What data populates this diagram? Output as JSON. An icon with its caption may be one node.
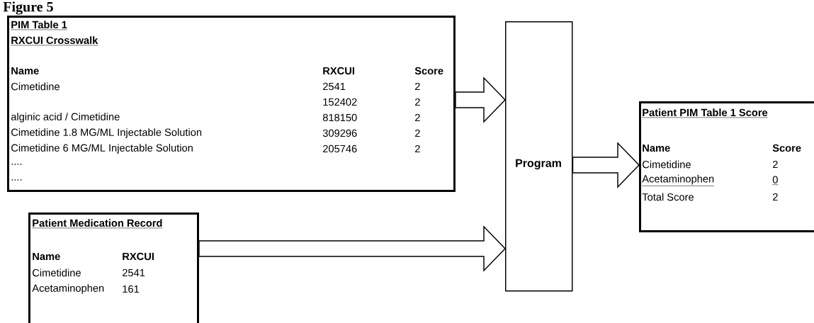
{
  "diagram": {
    "title": "Figure 5",
    "nodes": [
      {
        "text": [
          "PIM Table 1",
          "RXCUI Crosswalk",
          "Name",
          "RXCUI",
          "Score",
          "Cimetidine",
          "2541",
          "2",
          "152402",
          "2",
          "alginic acid / Cimetidine",
          "818150",
          "2",
          "Cimetidine 1.8 MG/ML Injectable Solution",
          "309296",
          "2",
          "Cimetidine 6 MG/ML Injectable Solution",
          "205746",
          "2",
          "....",
          "...."
        ]
      },
      {
        "text": [
          "Program"
        ]
      },
      {
        "text": [
          "Patient Medication Record",
          "Name",
          "RXCUI",
          "Cimetidine",
          "2541",
          "Acetaminophen",
          "161"
        ]
      },
      {
        "text": [
          "Patient PIM Table 1 Score",
          "Name",
          "Score",
          "Cimetidine",
          "2",
          "Acetaminophen",
          "0",
          "Total Score",
          "2"
        ]
      }
    ],
    "edges": [
      {
        "from": 0,
        "to": 1,
        "arrow": "to"
      },
      {
        "from": 2,
        "to": 1,
        "arrow": "to"
      },
      {
        "from": 1,
        "to": 3,
        "arrow": "to"
      }
    ]
  }
}
